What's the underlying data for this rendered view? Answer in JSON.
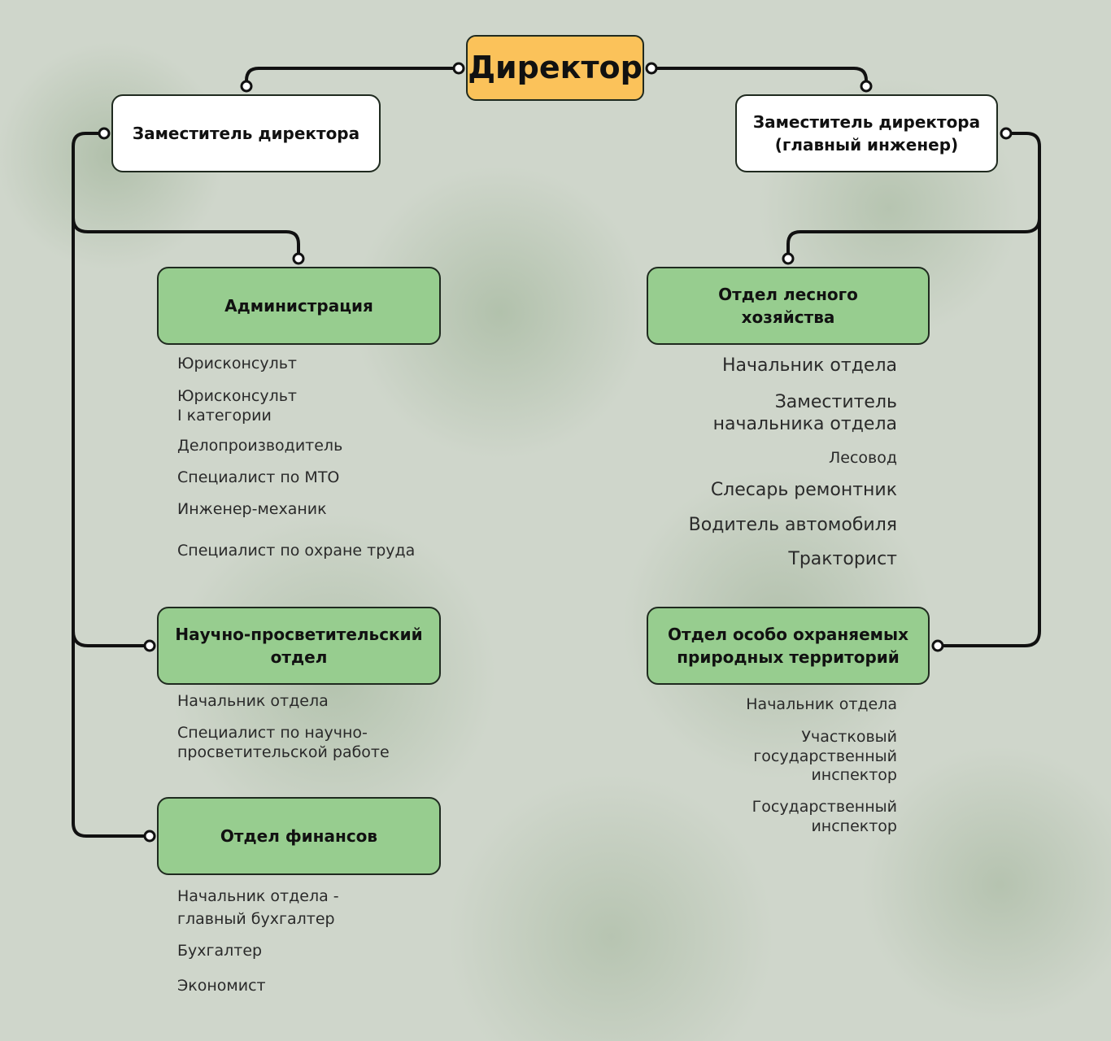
{
  "director": {
    "label": "Директор"
  },
  "deputies": {
    "left": {
      "label": "Заместитель директора"
    },
    "right": {
      "label": "Заместитель директора\n(главный инженер)"
    }
  },
  "departments": {
    "administration": {
      "title": "Администрация",
      "staff": [
        "Юрисконсульт",
        "Юрисконсульт\nI категории",
        "Делопроизводитель",
        "Специалист по МТО",
        "Инженер-механик",
        "Специалист по охране труда"
      ]
    },
    "science": {
      "title": "Научно-просветительский\nотдел",
      "staff": [
        "Начальник отдела",
        "Специалист по научно-\nпросветительской работе"
      ]
    },
    "finance": {
      "title": "Отдел финансов",
      "staff": [
        "Начальник отдела -\nглавный бухгалтер",
        "Бухгалтер",
        "Экономист"
      ]
    },
    "forestry": {
      "title": "Отдел лесного\nхозяйства",
      "staff": [
        "Начальник отдела",
        "Заместитель\nначальника отдела",
        "Лесовод",
        "Слесарь ремонтник",
        "Водитель автомобиля",
        "Тракторист"
      ]
    },
    "protected": {
      "title": "Отдел особо охраняемых\nприродных территорий",
      "staff": [
        "Начальник отдела",
        "Участковый\nгосударственный\nинспектор",
        "Государственный\nинспектор"
      ]
    }
  }
}
